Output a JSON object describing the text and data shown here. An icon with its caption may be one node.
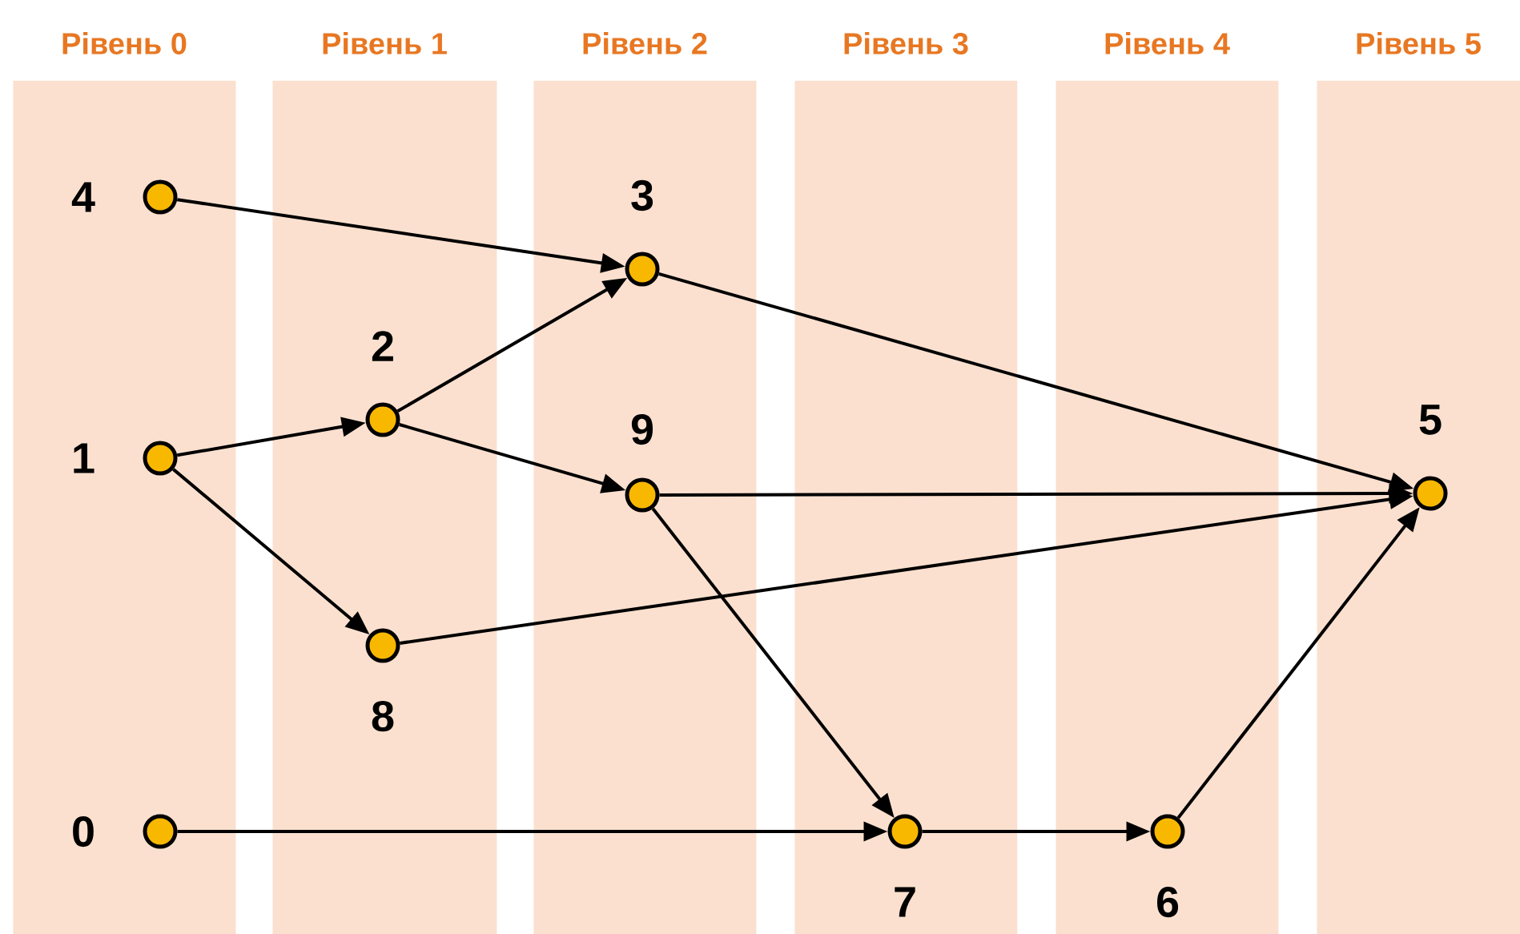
{
  "diagram": {
    "nodes": [
      {
        "text": [
          "Рівень 0"
        ]
      },
      {
        "text": [
          "Рівень 1"
        ]
      },
      {
        "text": [
          "Рівень 2"
        ]
      },
      {
        "text": [
          "Рівень 3"
        ]
      },
      {
        "text": [
          "Рівень 4"
        ]
      },
      {
        "text": [
          "Рівень 5"
        ]
      },
      {
        "text": [],
        "shape": "circle",
        "beside": [
          "4"
        ],
        "in": 0
      },
      {
        "text": [],
        "shape": "circle",
        "beside": [
          "1"
        ],
        "in": 0
      },
      {
        "text": [],
        "shape": "circle",
        "beside": [
          "0"
        ],
        "in": 0
      },
      {
        "text": [],
        "shape": "circle",
        "beside": [
          "2"
        ],
        "in": 1
      },
      {
        "text": [],
        "shape": "circle",
        "beside": [
          "8"
        ],
        "in": 1
      },
      {
        "text": [],
        "shape": "circle",
        "beside": [
          "3"
        ],
        "in": 2
      },
      {
        "text": [],
        "shape": "circle",
        "beside": [
          "9"
        ],
        "in": 2
      },
      {
        "text": [],
        "shape": "circle",
        "beside": [
          "7"
        ],
        "in": 3
      },
      {
        "text": [],
        "shape": "circle",
        "beside": [
          "6"
        ],
        "in": 4
      },
      {
        "text": [],
        "shape": "circle",
        "beside": [
          "5"
        ],
        "in": 5
      }
    ],
    "edges": [
      {
        "from": 6,
        "to": 11,
        "arrow": "to"
      },
      {
        "from": 7,
        "to": 9,
        "arrow": "to"
      },
      {
        "from": 7,
        "to": 10,
        "arrow": "to"
      },
      {
        "from": 9,
        "to": 11,
        "arrow": "to"
      },
      {
        "from": 9,
        "to": 12,
        "arrow": "to"
      },
      {
        "from": 11,
        "to": 15,
        "arrow": "to"
      },
      {
        "from": 12,
        "to": 15,
        "arrow": "to"
      },
      {
        "from": 12,
        "to": 13,
        "arrow": "to"
      },
      {
        "from": 10,
        "to": 15,
        "arrow": "to"
      },
      {
        "from": 8,
        "to": 13,
        "arrow": "to"
      },
      {
        "from": 13,
        "to": 14,
        "arrow": "to"
      },
      {
        "from": 14,
        "to": 15,
        "arrow": "to"
      }
    ]
  }
}
